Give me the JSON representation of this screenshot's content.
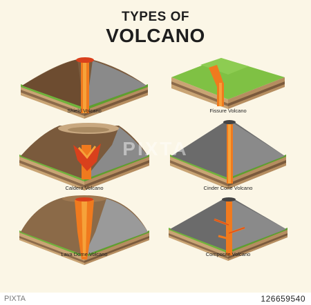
{
  "title": {
    "line1": "TYPES OF",
    "line2": "VOLCANO"
  },
  "volcanoes": [
    {
      "label": "Shield Volcano"
    },
    {
      "label": "Fissure Volcano"
    },
    {
      "label": "Caldera Volcano"
    },
    {
      "label": "Cinder Cone Volcano"
    },
    {
      "label": "Lava Dome Volcano"
    },
    {
      "label": "Composite Volcano"
    }
  ],
  "watermark": "PIXTA",
  "footer": {
    "brand": "PIXTA",
    "image_number": "126659540"
  },
  "colors": {
    "background": "#fbf6e6",
    "lava": "#f07a1e",
    "magma_dark": "#d9401c",
    "grass": "#6fb33b",
    "brown_mountain": "#7a5a3c",
    "gray_mountain": "#8b8b8b",
    "soil_layers": [
      "#c9a474",
      "#8c6a4a",
      "#d8b88a",
      "#9c7b59"
    ]
  }
}
